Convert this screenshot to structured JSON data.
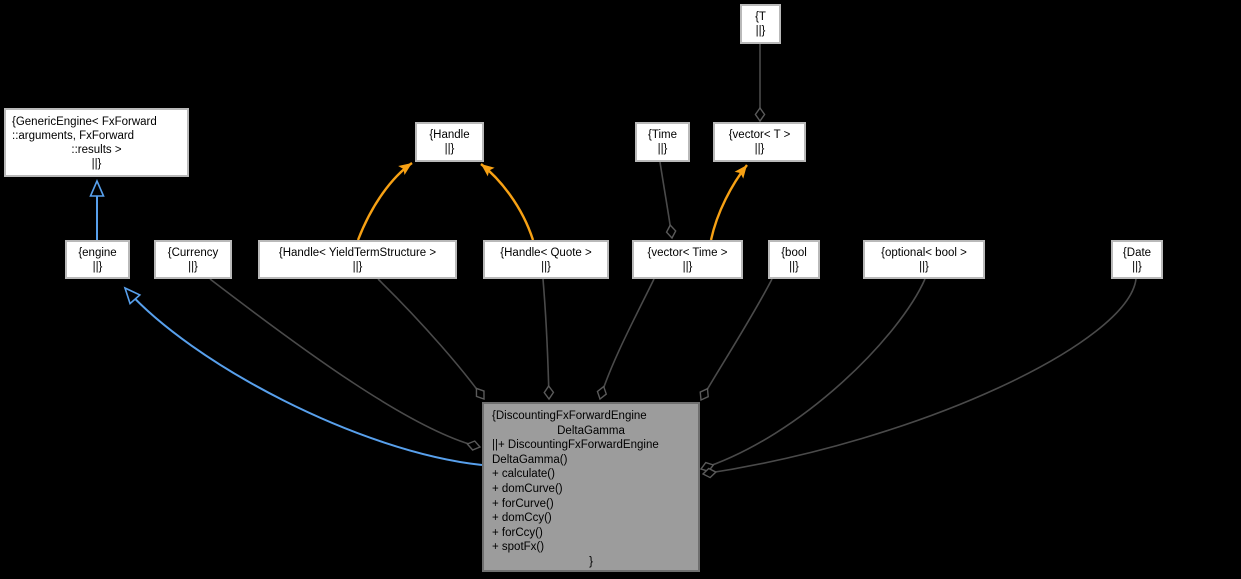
{
  "diagram": {
    "type": "uml-collaboration-graph",
    "colors": {
      "background": "#000000",
      "box_fill": "#ffffff",
      "box_border": "#b9b9b9",
      "main_box_fill": "#9c9c9c",
      "main_box_border": "#6f6f6f",
      "text": "#000000",
      "aggregation_line": "#4a4a4a",
      "inheritance_line": "#58a0ec",
      "template_line": "#f7a114"
    },
    "nodes": {
      "t": {
        "lines": [
          "{T",
          "||}"
        ]
      },
      "genericengine": {
        "lines": [
          "{GenericEngine< FxForward",
          "::arguments, FxForward",
          "::results >",
          "||}"
        ]
      },
      "handle": {
        "lines": [
          "{Handle",
          "||}"
        ]
      },
      "time": {
        "lines": [
          "{Time",
          "||}"
        ]
      },
      "vectort": {
        "lines": [
          "{vector< T >",
          "||}"
        ]
      },
      "engine": {
        "lines": [
          "{engine",
          "||}"
        ]
      },
      "currency": {
        "lines": [
          "{Currency",
          "||}"
        ]
      },
      "handleyts": {
        "lines": [
          "{Handle< YieldTermStructure >",
          "||}"
        ]
      },
      "handlequote": {
        "lines": [
          "{Handle< Quote >",
          "||}"
        ]
      },
      "vectortime": {
        "lines": [
          "{vector< Time >",
          "||}"
        ]
      },
      "bool": {
        "lines": [
          "{bool",
          "||}"
        ]
      },
      "optionalbool": {
        "lines": [
          "{optional< bool >",
          "||}"
        ]
      },
      "date": {
        "lines": [
          "{Date",
          "||}"
        ]
      },
      "main": {
        "lines": [
          "{DiscountingFxForwardEngine",
          "DeltaGamma",
          "||+ DiscountingFxForwardEngine",
          "DeltaGamma()",
          "+ calculate()",
          "+ domCurve()",
          "+ forCurve()",
          "+ domCcy()",
          "+ forCcy()",
          "+ spotFx()",
          "}"
        ]
      }
    },
    "edges": [
      {
        "name": "edge-t-vectort",
        "from": "t",
        "to": "vectort",
        "relation": "aggregation"
      },
      {
        "name": "edge-engine-genericengine",
        "from": "engine",
        "to": "genericengine",
        "relation": "inheritance"
      },
      {
        "name": "edge-main-engine",
        "from": "main",
        "to": "engine",
        "relation": "usage"
      },
      {
        "name": "edge-handleyts-handle",
        "from": "handleyts",
        "to": "handle",
        "relation": "template-instantiation"
      },
      {
        "name": "edge-handlequote-handle",
        "from": "handlequote",
        "to": "handle",
        "relation": "template-instantiation"
      },
      {
        "name": "edge-vectortime-vectort",
        "from": "vectortime",
        "to": "vectort",
        "relation": "template-instantiation"
      },
      {
        "name": "edge-time-vectortime",
        "from": "time",
        "to": "vectortime",
        "relation": "aggregation"
      },
      {
        "name": "edge-currency-main",
        "from": "currency",
        "to": "main",
        "relation": "aggregation"
      },
      {
        "name": "edge-handleyts-main",
        "from": "handleyts",
        "to": "main",
        "relation": "aggregation"
      },
      {
        "name": "edge-handlequote-main",
        "from": "handlequote",
        "to": "main",
        "relation": "aggregation"
      },
      {
        "name": "edge-vectortime-main",
        "from": "vectortime",
        "to": "main",
        "relation": "aggregation"
      },
      {
        "name": "edge-bool-main",
        "from": "bool",
        "to": "main",
        "relation": "aggregation"
      },
      {
        "name": "edge-optionalbool-main",
        "from": "optionalbool",
        "to": "main",
        "relation": "aggregation"
      },
      {
        "name": "edge-date-main",
        "from": "date",
        "to": "main",
        "relation": "aggregation"
      }
    ]
  }
}
